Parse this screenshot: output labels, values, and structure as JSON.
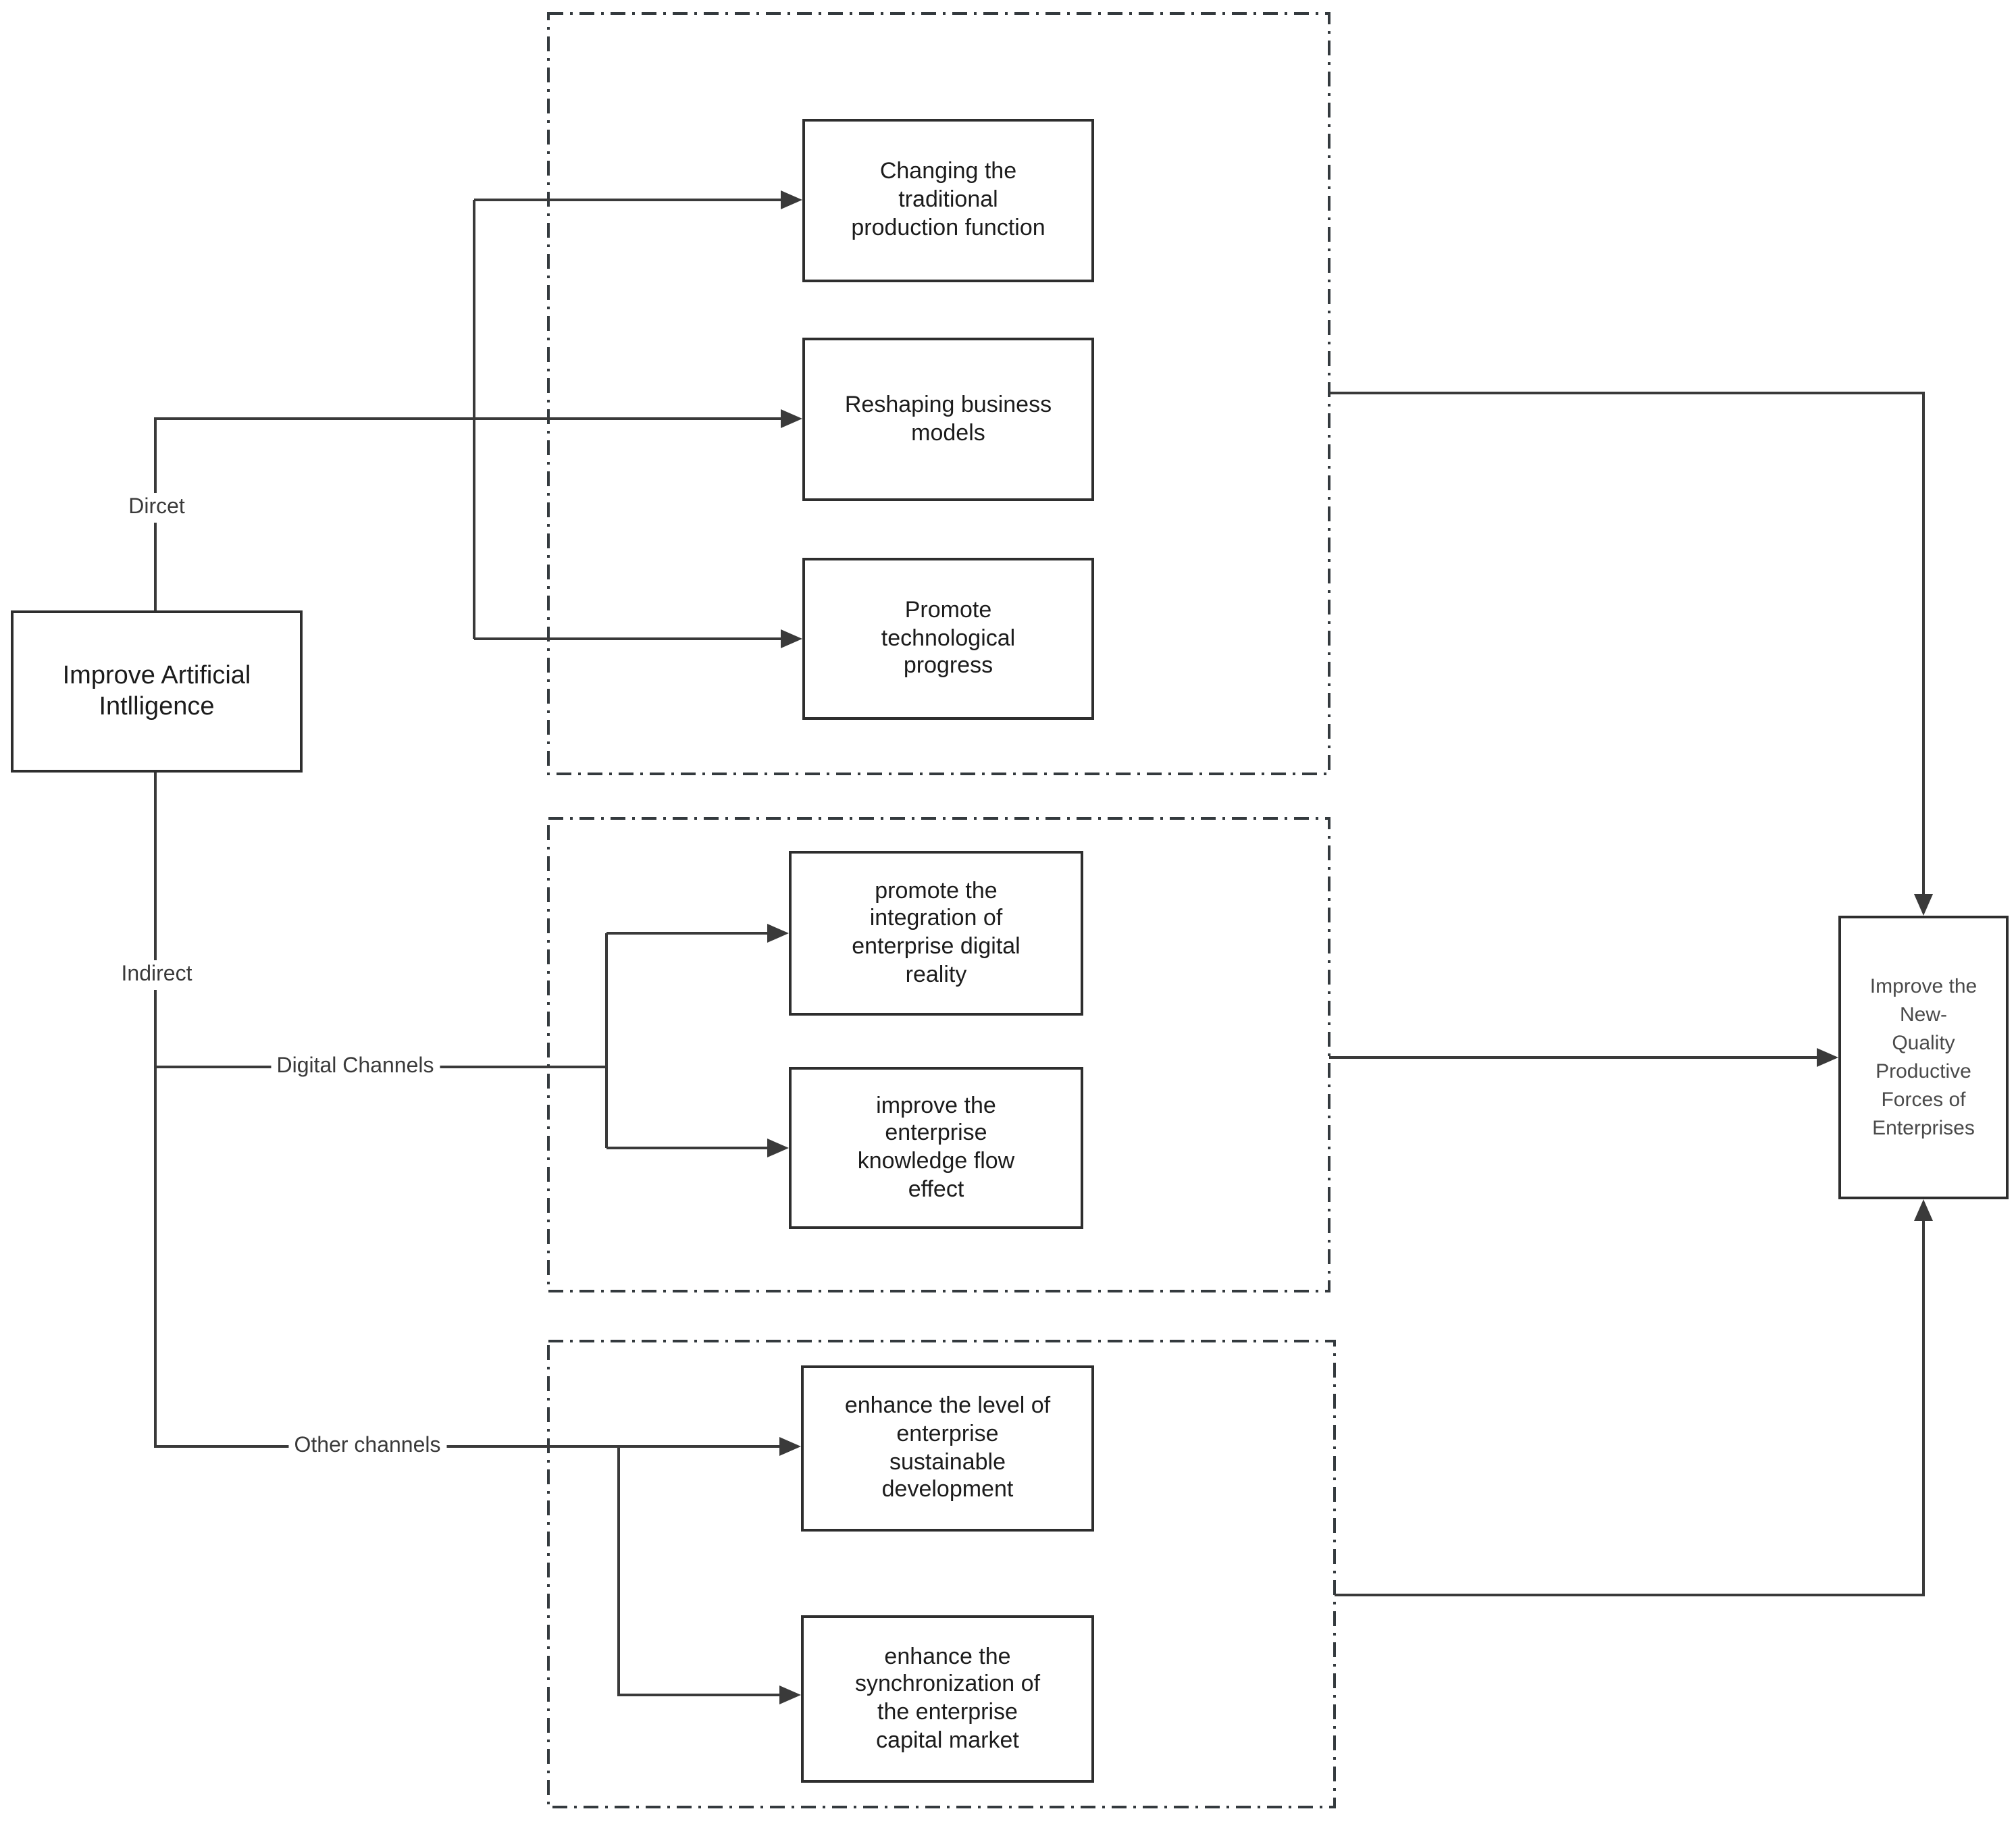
{
  "diagram": {
    "type": "flowchart",
    "source": {
      "label": "Improve Artificial\nIntlligence"
    },
    "target": {
      "label": "Improve the\nNew-\nQuality\nProductive\nForces of\nEnterprises"
    },
    "edge_labels": {
      "direct": "Dircet",
      "indirect": "Indirect",
      "digital": "Digital Channels",
      "other": "Other channels"
    },
    "groups": {
      "direct": {
        "items": [
          "Changing the\ntraditional\nproduction function",
          "Reshaping business\nmodels",
          "Promote\ntechnological\nprogress"
        ]
      },
      "digital": {
        "items": [
          "promote the\nintegration of\nenterprise digital\nreality",
          "improve the\nenterprise\nknowledge flow\neffect"
        ]
      },
      "other": {
        "items": [
          "enhance the level of\nenterprise\nsustainable\ndevelopment",
          "enhance the\nsynchronization of\nthe enterprise\ncapital market"
        ]
      }
    },
    "colors": {
      "line": "#3a3a3a",
      "box_border": "#2e2e2e",
      "text": "#1c1c1c",
      "target_text": "#4a4a4a",
      "group_border": "#343a3e",
      "background": "#ffffff"
    }
  }
}
